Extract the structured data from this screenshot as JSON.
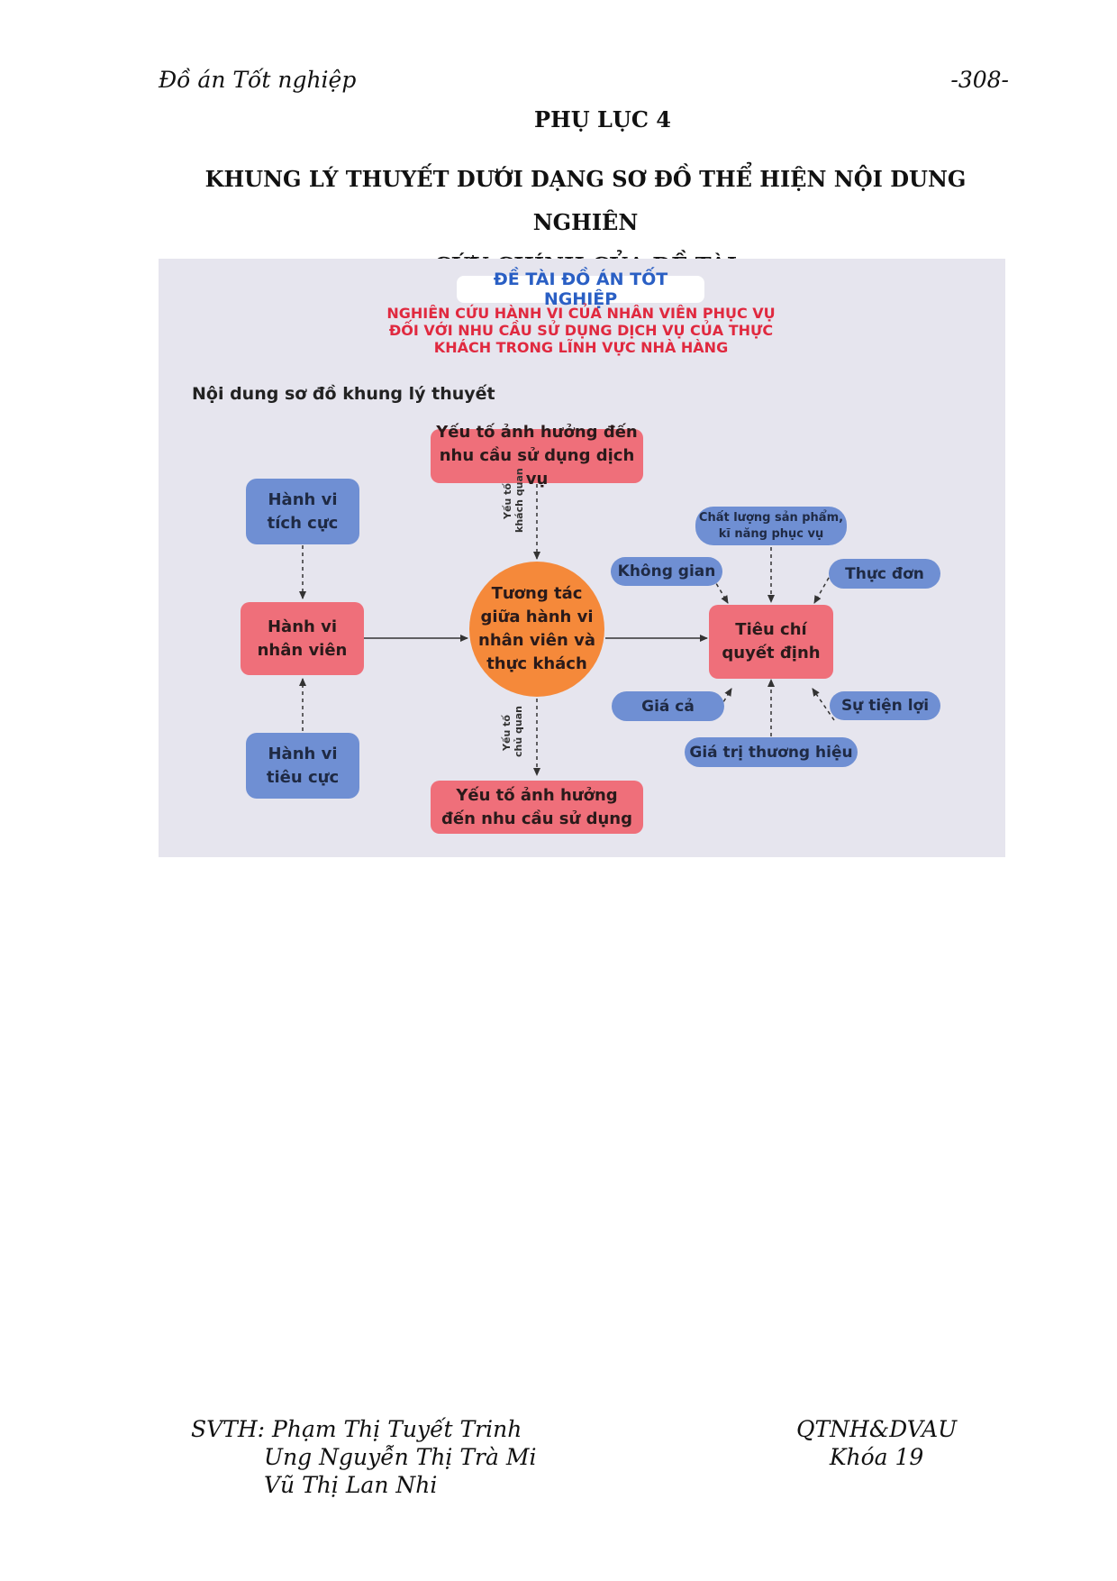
{
  "header": {
    "left": "Đồ án Tốt nghiệp",
    "right": "-308-"
  },
  "appendix_label": "PHỤ LỤC 4",
  "title_line1": "KHUNG LÝ THUYẾT DƯỚI DẠNG SƠ ĐỒ THỂ HIỆN NỘI DUNG NGHIÊN",
  "title_line2": "CỨU CHÍNH CỦA ĐỀ TÀI",
  "diagram": {
    "topic_label": "ĐỀ TÀI ĐỒ ÁN TỐT NGHIỆP",
    "topic_line1": "NGHIÊN CỨU HÀNH VI CỦA NHÂN VIÊN PHỤC VỤ",
    "topic_line2": "ĐỐI VỚI NHU CẦU SỬ DỤNG DỊCH VỤ CỦA THỰC",
    "topic_line3": "KHÁCH TRONG LĨNH VỰC NHÀ HÀNG",
    "section_label": "Nội dung sơ đồ khung lý thuyết",
    "top_factor_line1": "Yếu tố ảnh hưởng đến",
    "top_factor_line2": "nhu cầu sử dụng dịch vụ",
    "objective_line1": "Yếu tố",
    "objective_line2": "khách quan",
    "subjective_line1": "Yếu tố",
    "subjective_line2": "chủ quan",
    "positive_line1": "Hành vi",
    "positive_line2": "tích cực",
    "staff_line1": "Hành vi",
    "staff_line2": "nhân viên",
    "negative_line1": "Hành vi",
    "negative_line2": "tiêu cực",
    "center_line1": "Tương tác",
    "center_line2": "giữa hành vi",
    "center_line3": "nhân viên và",
    "center_line4": "thực khách",
    "bottom_factor_line1": "Yếu tố ảnh hưởng",
    "bottom_factor_line2": "đến nhu cầu sử dụng",
    "criteria_line1": "Tiêu chí",
    "criteria_line2": "quyết định",
    "quality_line1": "Chất lượng sản phẩm,",
    "quality_line2": "kĩ năng phục vụ",
    "space": "Không gian",
    "menu": "Thực đơn",
    "price": "Giá cả",
    "convenience": "Sự tiện lợi",
    "brand_value": "Giá trị thương hiệu"
  },
  "footer": {
    "svth_label": "SVTH: Phạm Thị Tuyết Trinh",
    "author2": "Ung Nguyễn Thị Trà Mi",
    "author3": "Vũ Thị Lan Nhi",
    "program": "QTNH&DVAU",
    "cohort": "Khóa 19"
  },
  "colors": {
    "red_box": "#ef6f7a",
    "blue_box": "#6f8fd3",
    "center_circle": "#f5893a",
    "topic_red": "#e0293f",
    "topic_blue": "#2a5fc4",
    "background": "#e6e5ee"
  }
}
